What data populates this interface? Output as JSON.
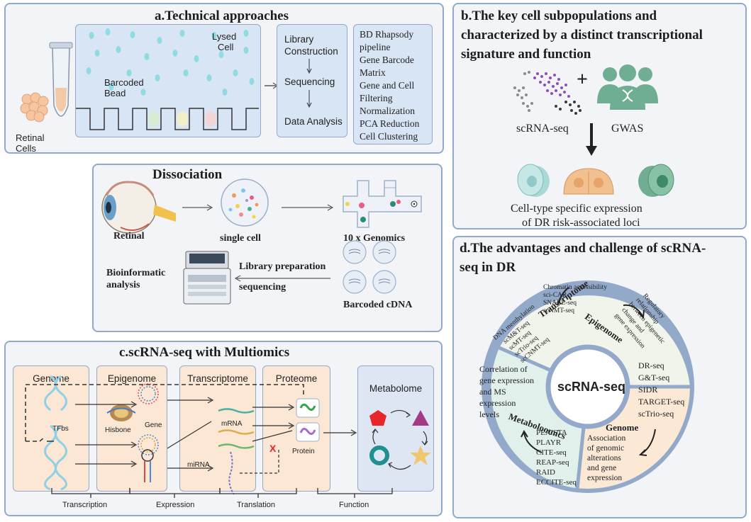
{
  "panel_a": {
    "title": "a.Technical approaches",
    "retinal_cells_line1": "Retinal",
    "retinal_cells_line2": "Cells",
    "lysed_cell_line1": "Lysed",
    "lysed_cell_line2": "Cell",
    "barcoded_bead_line1": "Barcoded",
    "barcoded_bead_line2": "Bead",
    "workflow": [
      "Library",
      "Construction",
      "Sequencing",
      "Data Analysis"
    ],
    "pipeline": [
      "BD Rhapsody",
      "pipeline",
      "Gene Barcode",
      "Matrix",
      "Gene and Cell",
      "Filtering",
      "Normalization",
      "PCA Reduction",
      "Cell Clustering"
    ]
  },
  "panel_dissociation": {
    "title": "Dissociation",
    "retinal": "Retinal",
    "single_cell": "single cell",
    "genomics": "10 x Genomics",
    "library_prep": "Library preparation",
    "sequencing": "sequencing",
    "bioinformatic_line1": "Bioinformatic",
    "bioinformatic_line2": "analysis",
    "barcoded_cdna": "Barcoded cDNA"
  },
  "panel_b": {
    "title_line1": "b.The  key cell subpopulations and",
    "title_line2": "characterized by a distinct transcriptional",
    "title_line3": "signature and function",
    "plus": "+",
    "scrna": "scRNA-seq",
    "gwas": "GWAS",
    "caption_line1": "Cell-type specific expression",
    "caption_line2": "of DR risk-associated loci",
    "colors": {
      "purple": "#8b4fb8",
      "green": "#6fae92",
      "teal": "#a9d9d6",
      "orange": "#f2c08e"
    }
  },
  "panel_c": {
    "title": "c.scRNA-seq with Multiomics",
    "columns": [
      "Genome",
      "Epigenome",
      "Transcriptome",
      "Proteome",
      "Metabolome"
    ],
    "tfbs": "TFbs",
    "hisbone": "Hisbone",
    "gene": "Gene",
    "mrna": "mRNA",
    "mirna": "miRNA",
    "protein": "Protein",
    "x_mark": "X",
    "stages": [
      "Transcription",
      "Expression",
      "Translation",
      "Function"
    ],
    "colors": {
      "column_fill": "#fbe7d3",
      "metabolome_fill": "#dde6f2",
      "pentagon": "#e8262a",
      "triangle": "#a23a86",
      "ring": "#1f8f90",
      "star": "#f2c66e"
    }
  },
  "panel_d": {
    "title_line1": "d.The advantages and challenge of scRNA-",
    "title_line2": "seq in DR",
    "center": "scRNA-seq",
    "ring_transcriptome": "Transcriptome",
    "ring_epigenome": "Epigenome",
    "ring_genome": "Genome",
    "ring_metabolomics": "Metaboloomics",
    "chromatin": [
      "Chromatin accessibility",
      "sci-CAR",
      "SNARE-seq",
      "scNMT-seq"
    ],
    "dna_methylation": [
      "DNA menthylation",
      "scM&T-seq",
      "scMT-seq",
      "scTrio-seq",
      "scCNMT-seq"
    ],
    "regulatory": [
      "Regulatory",
      "relationship",
      "between epigenetic",
      "change and",
      "gene expression"
    ],
    "genome_methods": [
      "DR-seq",
      "G&T-seq",
      "SIDR",
      "TARGET-seq",
      "scTrio-seq"
    ],
    "genome_assoc": [
      "Association",
      "of genomic",
      "alterations",
      "and gene",
      "expression"
    ],
    "correlation": [
      "Correlation of",
      "gene expression",
      "and MS",
      "expression",
      "levels"
    ],
    "protein_methods": [
      "PEA/STA",
      "PLAYR",
      "CITE-seq",
      "REAP-seq",
      "RAID",
      "ECCITE-seq"
    ],
    "colors": {
      "ring": "#93a9c9",
      "epigenome_fill": "#f1f4ea",
      "genome_fill": "#fbe8d5",
      "metabolome_fill": "#e2f0ec"
    }
  }
}
